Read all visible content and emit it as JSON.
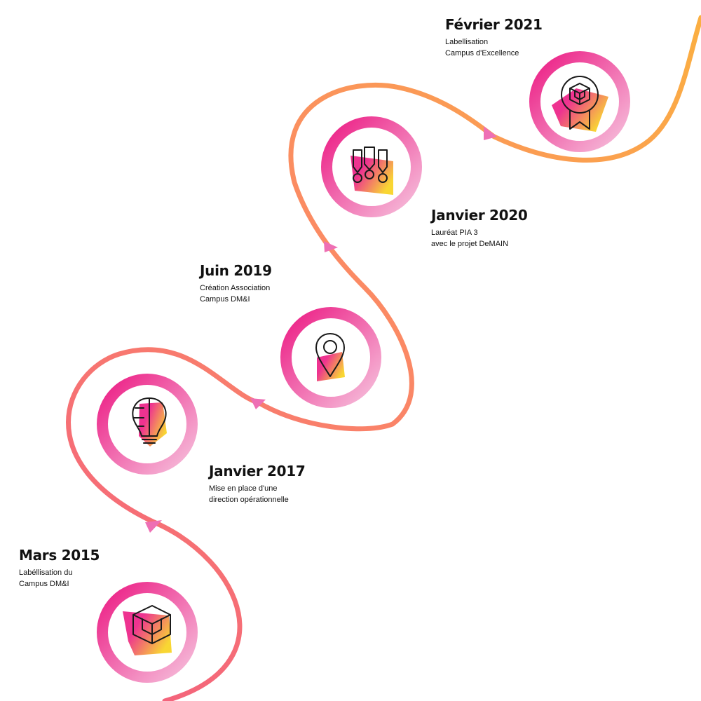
{
  "colors": {
    "path_start": "#f25a82",
    "path_mid": "#fb8a64",
    "path_end": "#fbb040",
    "ring_pink": "#ec1c84",
    "ring_light": "#f6c0dc",
    "shape_pink": "#ec1c84",
    "shape_yellow": "#f8d21c",
    "icon_stroke": "#1a1a1a",
    "arrow": "#ee6fb4"
  },
  "milestones": [
    {
      "date": "Mars 2015",
      "lines": [
        "Labéllisation du",
        "Campus DM&I"
      ],
      "icon": "cube-logo-icon"
    },
    {
      "date": "Janvier 2017",
      "lines": [
        "Mise en place d'une",
        "direction opérationnelle"
      ],
      "icon": "lightbulb-head-icon"
    },
    {
      "date": "Juin 2019",
      "lines": [
        "Création Association",
        "Campus DM&I"
      ],
      "icon": "map-pin-icon"
    },
    {
      "date": "Janvier 2020",
      "lines": [
        "Lauréat PIA 3",
        "avec le projet DeMAIN"
      ],
      "icon": "medals-icon"
    },
    {
      "date": "Février 2021",
      "lines": [
        "Labellisation",
        "Campus d'Excellence"
      ],
      "icon": "award-badge-icon"
    }
  ]
}
